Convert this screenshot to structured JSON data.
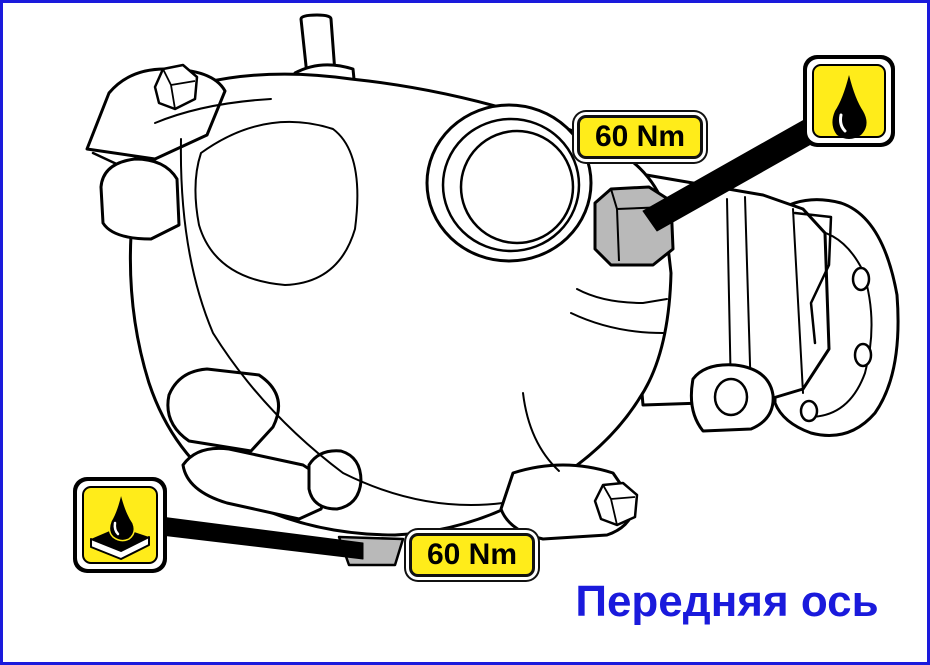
{
  "labels": {
    "torque_upper": "60 Nm",
    "torque_lower": "60 Nm",
    "caption": "Передняя ось"
  },
  "icons": {
    "oil_fill": "oil-drop-icon",
    "oil_drain": "oil-drain-icon"
  },
  "colors": {
    "frame": "#1a1adc",
    "caption": "#1a1adc",
    "badge": "#ffec1a",
    "line": "#000000",
    "plug": "#b9b9b9"
  }
}
